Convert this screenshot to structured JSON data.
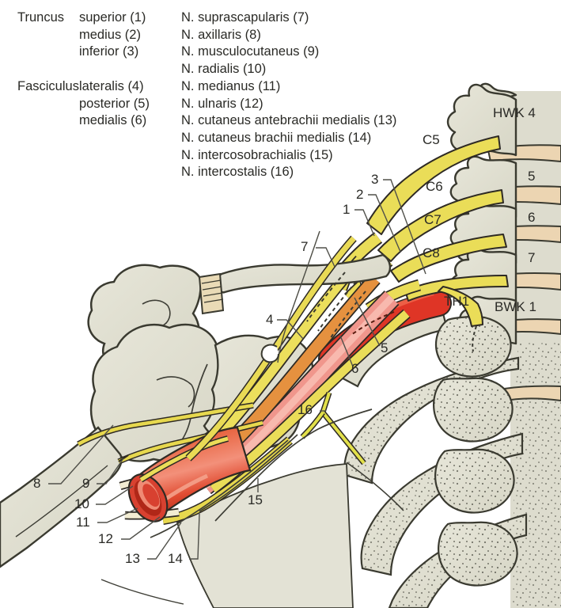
{
  "legend": {
    "col1": [
      {
        "title": "Truncus",
        "items": [
          "superior (1)",
          "medius (2)",
          "inferior (3)"
        ]
      },
      {
        "title": "Fasciculus",
        "items": [
          "lateralis (4)",
          "posterior (5)",
          "medialis (6)"
        ]
      }
    ],
    "nerves": [
      "N. suprascapularis (7)",
      "N. axillaris (8)",
      "N. musculocutaneus (9)",
      "N. radialis (10)",
      "N. medianus (11)",
      "N. ulnaris (12)",
      "N. cutaneus antebrachii medialis (13)",
      "N. cutaneus brachii medialis (14)",
      "N. intercosobrachialis (15)",
      "N. intercostalis (16)"
    ]
  },
  "callouts": [
    "1",
    "2",
    "3",
    "4",
    "5",
    "6",
    "7",
    "8",
    "9",
    "10",
    "11",
    "12",
    "13",
    "14",
    "15",
    "16"
  ],
  "roots": [
    "C5",
    "C6",
    "C7",
    "C8",
    "TH1"
  ],
  "vertebrae": [
    "HWK 4",
    "5",
    "6",
    "7",
    "BWK 1"
  ],
  "colors": {
    "nerve_yellow": "#eadd58",
    "artery_red": "#df3526",
    "orange_strand": "#e5913f",
    "salmon_strand": "#f0968c",
    "bone": "#e0dfd0",
    "disc_tan": "#ecd5b2",
    "outline": "#3a3a30"
  }
}
